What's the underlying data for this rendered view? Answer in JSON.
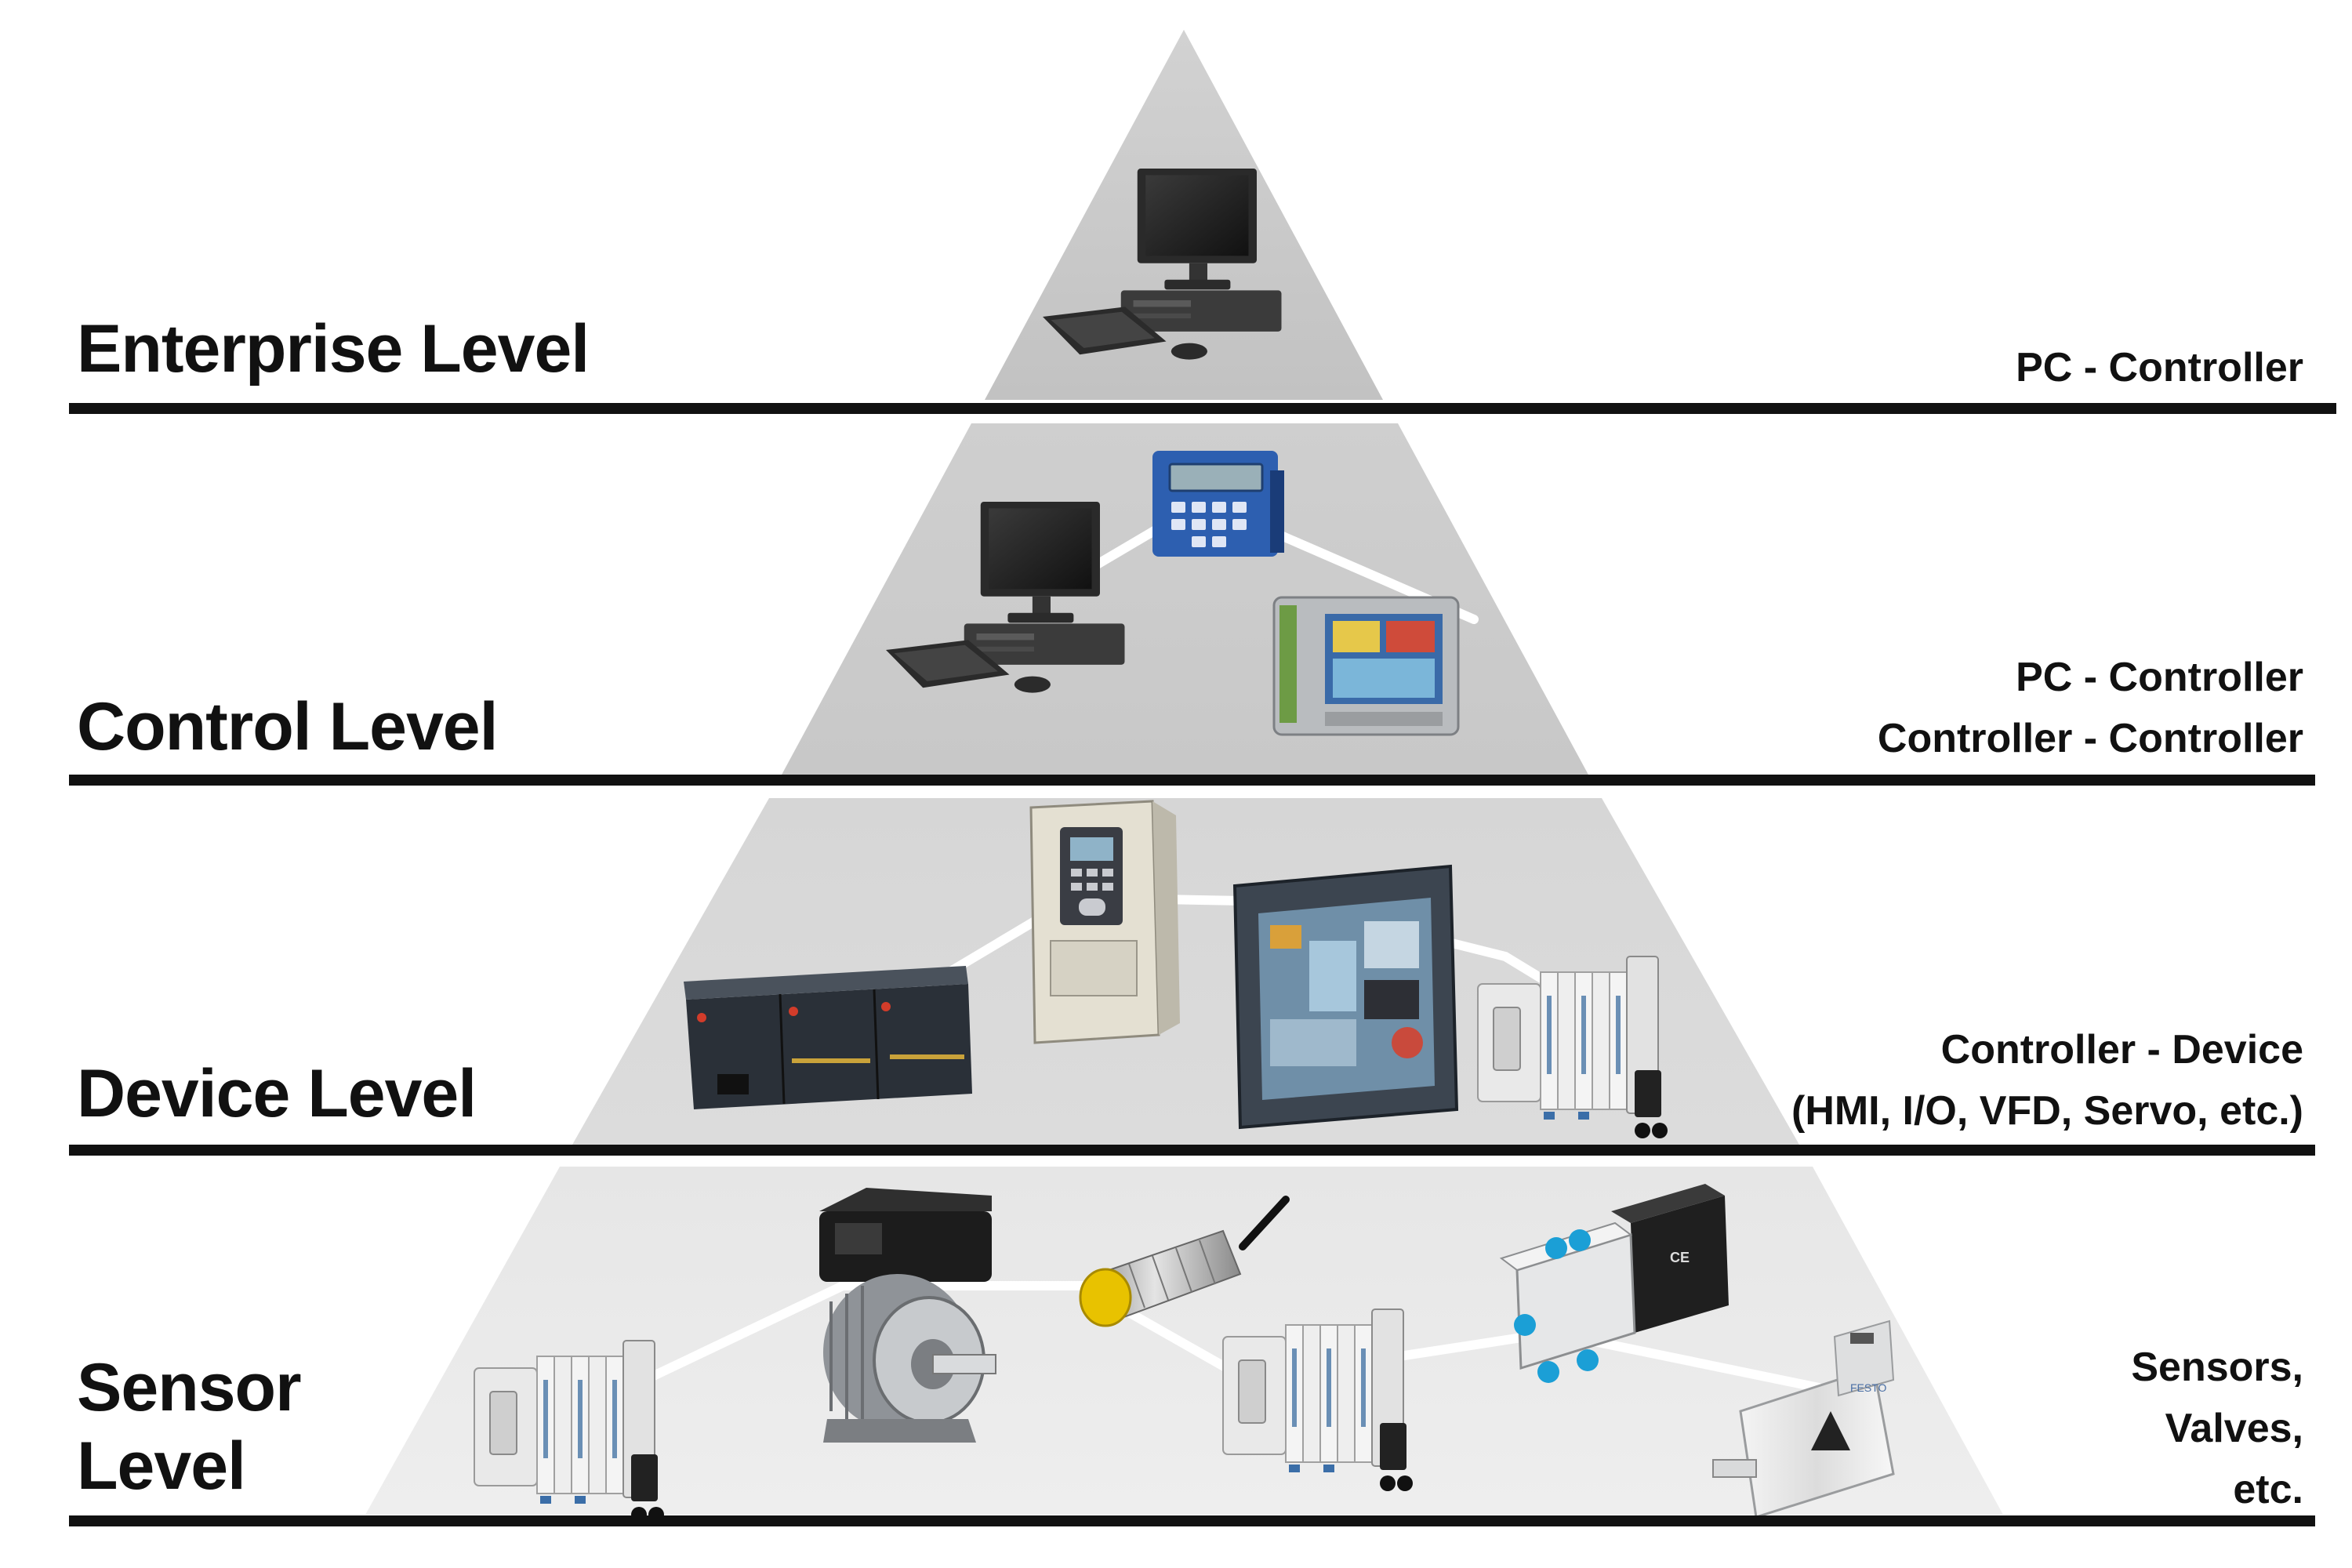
{
  "levels": [
    {
      "id": "enterprise",
      "title": "Enterprise Level",
      "description": [
        "PC - Controller"
      ]
    },
    {
      "id": "control",
      "title": "Control Level",
      "description": [
        "PC - Controller",
        "Controller - Controller"
      ]
    },
    {
      "id": "device",
      "title": "Device Level",
      "description": [
        "Controller - Device",
        "(HMI, I/O, VFD, Servo, etc.)"
      ]
    },
    {
      "id": "sensor",
      "title": "Sensor Level",
      "title_lines": [
        "Sensor",
        "Level"
      ],
      "description": [
        "Sensors,",
        "Valves,",
        "etc."
      ]
    }
  ],
  "devices": {
    "enterprise": [
      "desktop-pc-icon"
    ],
    "control": [
      "desktop-pc-icon",
      "plc-with-keypad-icon",
      "hmi-panel-icon"
    ],
    "device": [
      "io-module-rack-icon",
      "vfd-drive-icon",
      "touchscreen-hmi-icon",
      "valve-terminal-icon"
    ],
    "sensor": [
      "valve-terminal-icon",
      "electric-motor-icon",
      "proximity-sensor-icon",
      "valve-terminal-icon",
      "solenoid-valve-icon",
      "servo-actuator-icon"
    ]
  },
  "colors": {
    "tier_fill": "#c8c8c8",
    "tier_fill_bottom": "#e8e8e8",
    "divider": "#111111",
    "network_line": "#ffffff",
    "text": "#111111"
  }
}
